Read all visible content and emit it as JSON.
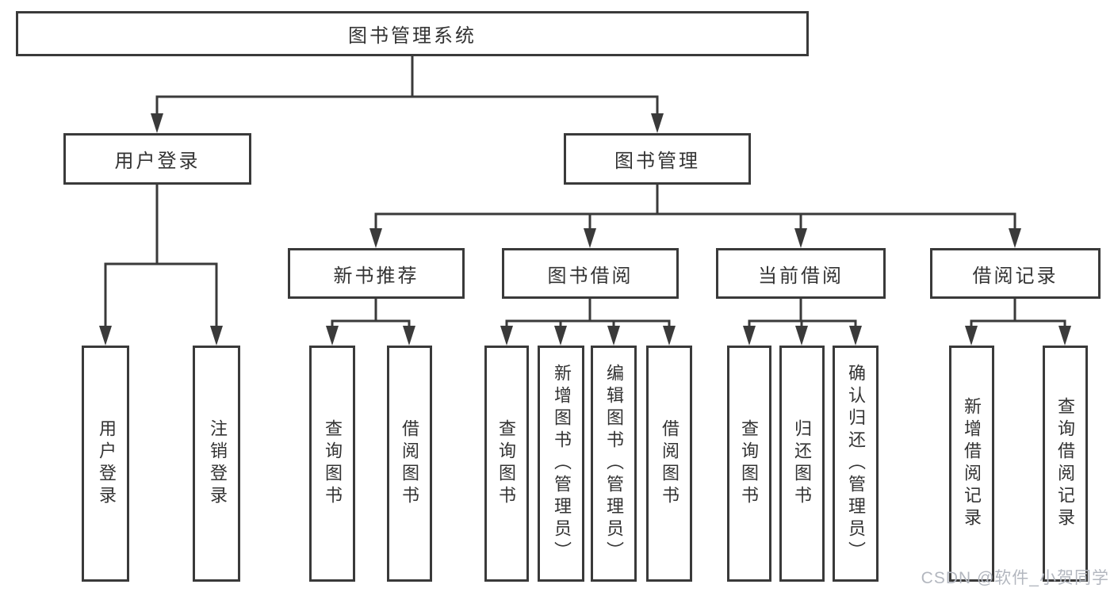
{
  "tree": {
    "label": "图书管理系统",
    "branches": [
      {
        "label": "用户登录",
        "leaves": [
          {
            "label": "用户登录"
          },
          {
            "label": "注销登录"
          }
        ]
      },
      {
        "label": "图书管理",
        "groups": [
          {
            "label": "新书推荐",
            "leaves": [
              {
                "label": "查询图书"
              },
              {
                "label": "借阅图书"
              }
            ]
          },
          {
            "label": "图书借阅",
            "leaves": [
              {
                "label": "查询图书"
              },
              {
                "label": "新增图书（管理员）"
              },
              {
                "label": "编辑图书（管理员）"
              },
              {
                "label": "借阅图书"
              }
            ]
          },
          {
            "label": "当前借阅",
            "leaves": [
              {
                "label": "查询图书"
              },
              {
                "label": "归还图书"
              },
              {
                "label": "确认归还（管理员）"
              }
            ]
          },
          {
            "label": "借阅记录",
            "leaves": [
              {
                "label": "新增借阅记录"
              },
              {
                "label": "查询借阅记录"
              }
            ]
          }
        ]
      }
    ]
  },
  "watermark": {
    "text": "CSDN @软件_小贺同学"
  },
  "colors": {
    "line": "#3a3a3a",
    "text": "#333333",
    "watermark": "#b3b7bf",
    "background": "#ffffff"
  }
}
